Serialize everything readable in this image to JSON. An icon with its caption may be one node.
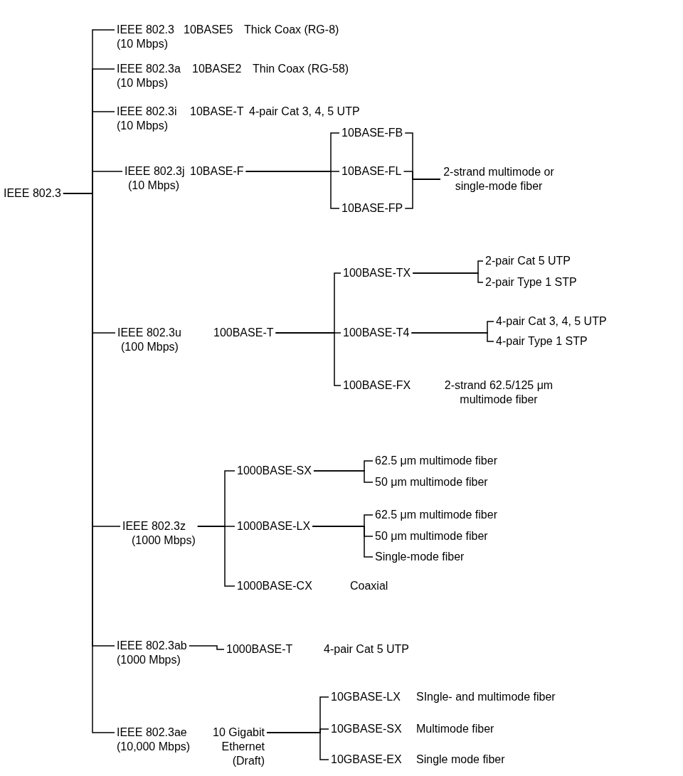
{
  "diagram": {
    "nodes": [
      {
        "text": [
          "IEEE 802.3"
        ]
      },
      {
        "text": [
          "IEEE 802.3",
          "(10 Mbps)"
        ]
      },
      {
        "text": [
          "10BASE5"
        ]
      },
      {
        "text": [
          "IEEE 802.3a",
          "(10 Mbps)"
        ]
      },
      {
        "text": [
          "10BASE2"
        ]
      },
      {
        "text": [
          "IEEE 802.3i",
          "(10 Mbps)"
        ]
      },
      {
        "text": [
          "10BASE-T"
        ]
      },
      {
        "text": [
          "IEEE 802.3j",
          "(10 Mbps)"
        ]
      },
      {
        "text": [
          "10BASE-F"
        ]
      },
      {
        "text": [
          "10BASE-FB"
        ]
      },
      {
        "text": [
          "10BASE-FL"
        ]
      },
      {
        "text": [
          "10BASE-FP"
        ]
      },
      {
        "text": [
          "2-strand multimode or single-mode fiber"
        ]
      },
      {
        "text": [
          "IEEE 802.3u",
          "(100 Mbps)"
        ]
      },
      {
        "text": [
          "100BASE-T"
        ]
      },
      {
        "text": [
          "100BASE-TX"
        ]
      },
      {
        "text": [
          "2-pair Cat 5 UTP"
        ]
      },
      {
        "text": [
          "2-pair Type 1 STP"
        ]
      },
      {
        "text": [
          "100BASE-T4"
        ]
      },
      {
        "text": [
          "4-pair Cat 3, 4, 5 UTP"
        ]
      },
      {
        "text": [
          "4-pair Type 1 STP"
        ]
      },
      {
        "text": [
          "100BASE-FX"
        ]
      },
      {
        "text": [
          "IEEE 802.3z",
          "(1000 Mbps)"
        ]
      },
      {
        "text": [
          "1000BASE-SX"
        ]
      },
      {
        "text": [
          "62.5 μm multimode fiber"
        ]
      },
      {
        "text": [
          "50 μm multimode fiber"
        ]
      },
      {
        "text": [
          "1000BASE-LX"
        ]
      },
      {
        "text": [
          "62.5 μm multimode fiber"
        ]
      },
      {
        "text": [
          "50 μm multimode fiber"
        ]
      },
      {
        "text": [
          "Single-mode fiber"
        ]
      },
      {
        "text": [
          "1000BASE-CX"
        ]
      },
      {
        "text": [
          "IEEE 802.3ab",
          "(1000 Mbps)"
        ]
      },
      {
        "text": [
          "1000BASE-T"
        ]
      },
      {
        "text": [
          "IEEE 802.3ae",
          "(10,000 Mbps)"
        ]
      },
      {
        "text": [
          "10 Gigabit Ethernet (Draft)"
        ]
      },
      {
        "text": [
          "10GBASE-LX"
        ]
      },
      {
        "text": [
          "10GBASE-SX"
        ]
      },
      {
        "text": [
          "10GBASE-EX"
        ]
      }
    ],
    "edges": [
      {
        "from": 0,
        "to": 1,
        "arrow": "none"
      },
      {
        "from": 0,
        "to": 3,
        "arrow": "none"
      },
      {
        "from": 0,
        "to": 5,
        "arrow": "none"
      },
      {
        "from": 0,
        "to": 7,
        "arrow": "none"
      },
      {
        "from": 0,
        "to": 13,
        "arrow": "none"
      },
      {
        "from": 0,
        "to": 22,
        "arrow": "none"
      },
      {
        "from": 0,
        "to": 31,
        "arrow": "none"
      },
      {
        "from": 0,
        "to": 33,
        "arrow": "none"
      },
      {
        "from": 8,
        "to": 9,
        "arrow": "none"
      },
      {
        "from": 8,
        "to": 10,
        "arrow": "none"
      },
      {
        "from": 8,
        "to": 11,
        "arrow": "none"
      },
      {
        "from": 9,
        "to": 12,
        "arrow": "none"
      },
      {
        "from": 10,
        "to": 12,
        "arrow": "none"
      },
      {
        "from": 11,
        "to": 12,
        "arrow": "none"
      },
      {
        "from": 14,
        "to": 15,
        "arrow": "none"
      },
      {
        "from": 14,
        "to": 18,
        "arrow": "none"
      },
      {
        "from": 14,
        "to": 21,
        "arrow": "none"
      },
      {
        "from": 15,
        "to": 16,
        "arrow": "none"
      },
      {
        "from": 15,
        "to": 17,
        "arrow": "none"
      },
      {
        "from": 18,
        "to": 19,
        "arrow": "none"
      },
      {
        "from": 18,
        "to": 20,
        "arrow": "none"
      },
      {
        "from": 22,
        "to": 23,
        "arrow": "none"
      },
      {
        "from": 22,
        "to": 26,
        "arrow": "none"
      },
      {
        "from": 22,
        "to": 30,
        "arrow": "none"
      },
      {
        "from": 23,
        "to": 24,
        "arrow": "none"
      },
      {
        "from": 23,
        "to": 25,
        "arrow": "none"
      },
      {
        "from": 26,
        "to": 27,
        "arrow": "none"
      },
      {
        "from": 26,
        "to": 28,
        "arrow": "none"
      },
      {
        "from": 26,
        "to": 29,
        "arrow": "none"
      },
      {
        "from": 31,
        "to": 32,
        "arrow": "none"
      },
      {
        "from": 34,
        "to": 35,
        "arrow": "none"
      },
      {
        "from": 34,
        "to": 36,
        "arrow": "none"
      },
      {
        "from": 34,
        "to": 37,
        "arrow": "none"
      }
    ],
    "labels": [
      "Thick Coax (RG-8)",
      "Thin Coax (RG-58)",
      "4-pair Cat 3, 4, 5 UTP",
      "2-strand 62.5/125 μm multimode fiber",
      "Coaxial",
      "4-pair Cat 5 UTP",
      "SIngle- and multimode fiber",
      "Multimode fiber",
      "Single mode fiber"
    ]
  }
}
